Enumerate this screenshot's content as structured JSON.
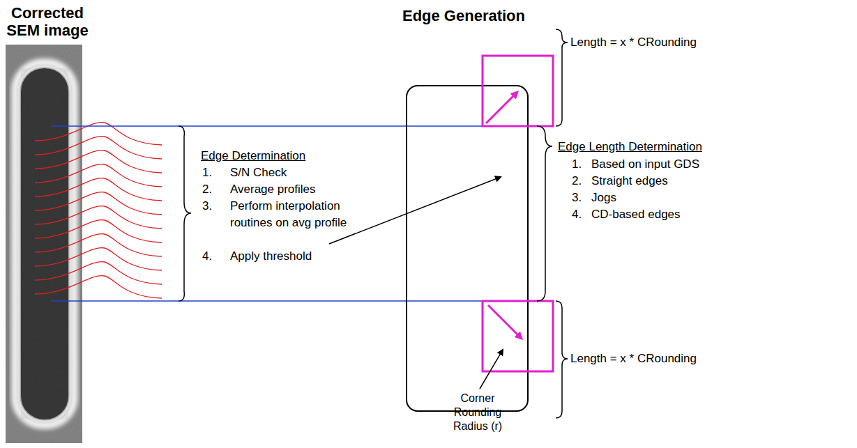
{
  "diagram": {
    "labels": [
      "Corrected SEM image",
      "Edge Generation",
      "Edge Determination",
      "1.",
      "S/N Check",
      "2.",
      "Average profiles",
      "3.",
      "Perform interpolation routines on avg profile",
      "4.",
      "Apply threshold",
      "Edge Length Determination",
      "1.",
      "Based on input GDS",
      "2.",
      "Straight edges",
      "3.",
      "Jogs",
      "4.",
      "CD-based edges",
      "Length = x * CRounding",
      "Length = x * CRounding",
      "Corner Rounding Radius (r)"
    ]
  }
}
